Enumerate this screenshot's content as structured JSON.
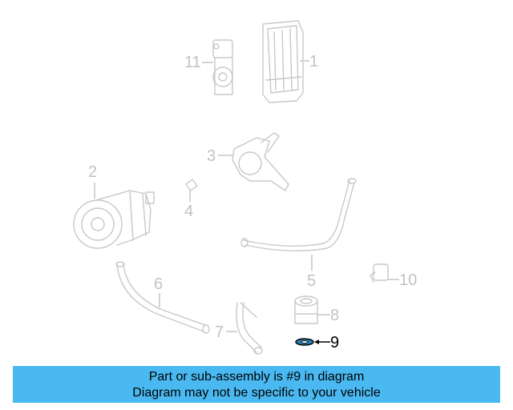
{
  "callouts": {
    "c1": "1",
    "c2": "2",
    "c3": "3",
    "c4": "4",
    "c5": "5",
    "c6": "6",
    "c7": "7",
    "c8": "8",
    "c9": "9",
    "c10": "10",
    "c11": "11"
  },
  "highlight": {
    "part": "9",
    "color": "#2c7fb8"
  },
  "banner": {
    "line1": "Part or sub-assembly is #9 in diagram",
    "line2": "Diagram may not be specific to your vehicle",
    "background": "#4ab9f1"
  }
}
